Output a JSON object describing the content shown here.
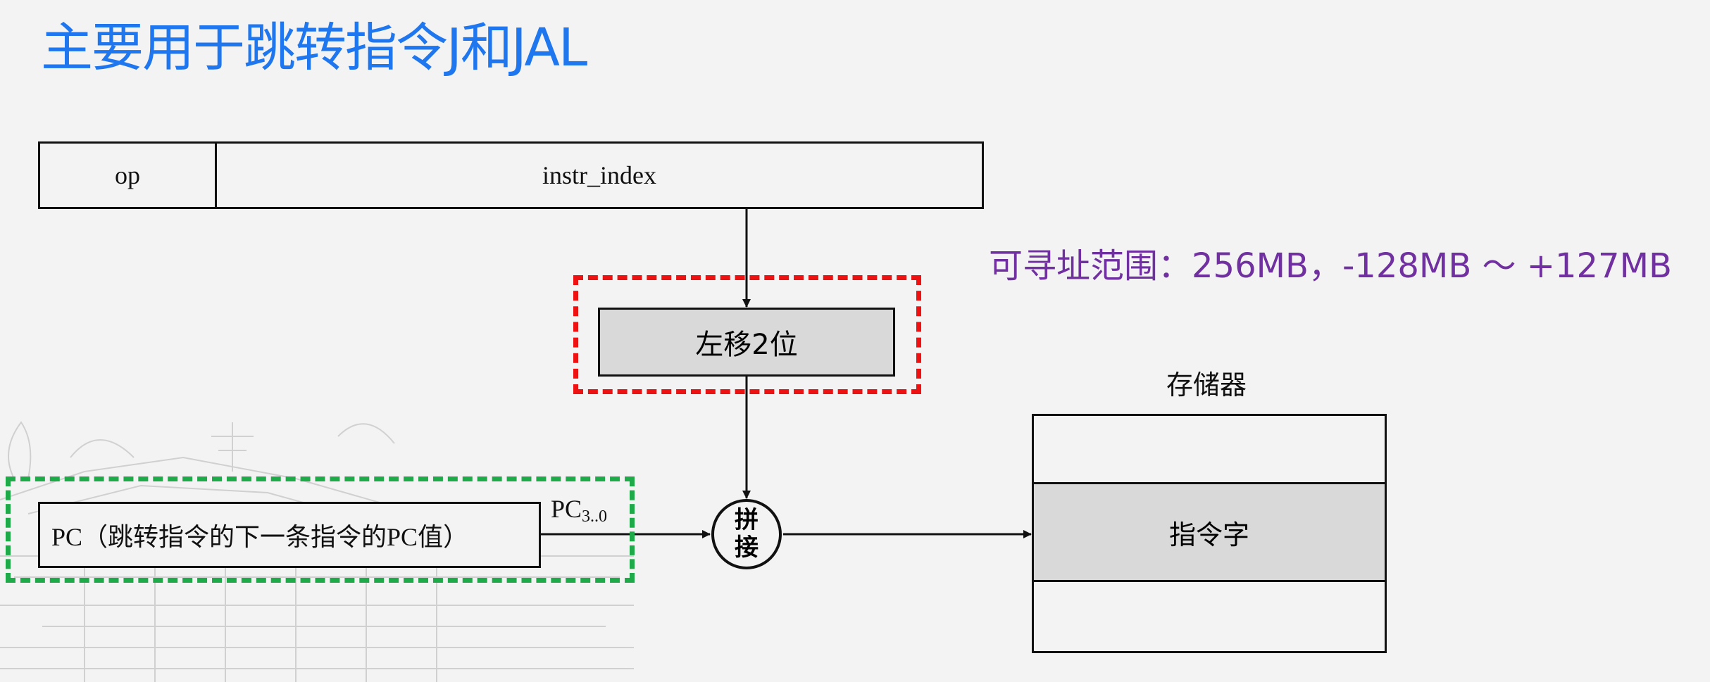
{
  "slide": {
    "title": "主要用于跳转指令J和JAL"
  },
  "instruction_format": {
    "op_field": "op",
    "index_field": "instr_index"
  },
  "address_range": "可寻址范围：256MB，-128MB ～ +127MB",
  "shift_block": "左移2位",
  "pc_block": "PC（跳转指令的下一条指令的PC值）",
  "pc_bits": {
    "name": "PC",
    "range": "3..0"
  },
  "concat_node": {
    "line1": "拼",
    "line2": "接"
  },
  "memory": {
    "label": "存储器",
    "cell": "指令字"
  },
  "colors": {
    "title": "#1f77f0",
    "range_text": "#7030a0",
    "highlight_red": "#ee1111",
    "highlight_green": "#1faa4a",
    "block_fill": "#d9d9d9"
  }
}
